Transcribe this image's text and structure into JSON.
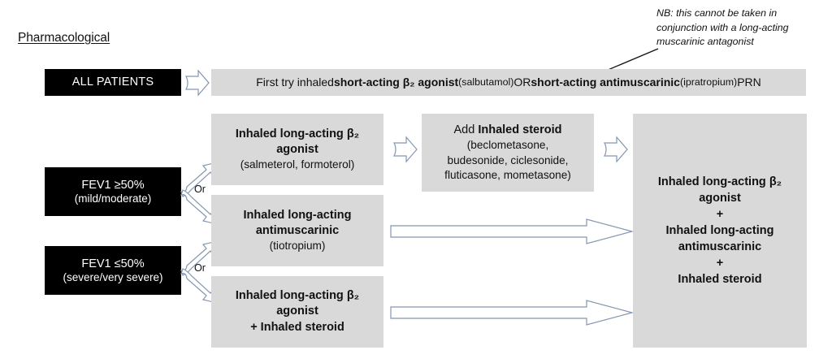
{
  "page": {
    "section_title": "Pharmacological",
    "background_color": "#ffffff",
    "grey_box_color": "#d9d9d9",
    "black_box_color": "#000000",
    "arrow_outline_color": "#8496b0"
  },
  "annotation": {
    "name": "nb-note",
    "line1": "NB: this cannot be taken in",
    "line2": "conjunction with a long-acting",
    "line3": "muscarinic antagonist"
  },
  "patient_groups": [
    {
      "id": "all-patients",
      "line1": "ALL PATIENTS",
      "line2": ""
    },
    {
      "id": "fev-mild",
      "line1": "FEV1 ≥50%",
      "line2": "(mild/moderate)"
    },
    {
      "id": "fev-severe",
      "line1": "FEV1 ≤50%",
      "line2": "(severe/very severe)"
    }
  ],
  "first_try": {
    "seg1": "First try inhaled ",
    "seg2_bold": "short-acting β₂ agonist",
    "seg3_small": " (salbutamol) ",
    "seg4": "OR ",
    "seg5_bold": "short-acting antimuscarinic",
    "seg6_small": " (ipratropium) ",
    "seg7": "PRN"
  },
  "treatments": {
    "laba": {
      "bold_line1": "Inhaled long-acting β₂",
      "bold_line2": "agonist",
      "sub_line": "(salmeterol, formoterol)"
    },
    "lama": {
      "bold_line1": "Inhaled long-acting",
      "bold_line2": "antimuscarinic",
      "sub_line": "(tiotropium)"
    },
    "laba_ics": {
      "bold_line1": "Inhaled long-acting β₂",
      "bold_line2": "agonist",
      "bold_line3": "+ Inhaled steroid"
    },
    "add_ics": {
      "prefix": "Add ",
      "bold": "Inhaled steroid",
      "sub_line1": "(beclometasone,",
      "sub_line2": "budesonide, ciclesonide,",
      "sub_line3": "fluticasone, mometasone)"
    },
    "triple": {
      "line1": "Inhaled long-acting β₂",
      "line2": "agonist",
      "plus1": "+",
      "line3": "Inhaled long-acting",
      "line4": "antimuscarinic",
      "plus2": "+",
      "line5": "Inhaled steroid"
    }
  },
  "connectors": {
    "or_label_mild": "Or",
    "or_label_severe": "Or"
  }
}
